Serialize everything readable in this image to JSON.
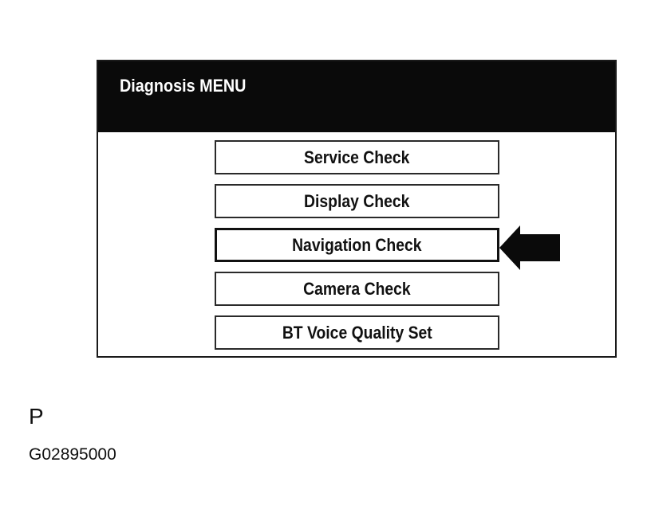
{
  "panel": {
    "title": "Diagnosis MENU",
    "buttons": [
      {
        "label": "Service Check",
        "selected": false
      },
      {
        "label": "Display Check",
        "selected": false
      },
      {
        "label": "Navigation Check",
        "selected": true
      },
      {
        "label": "Camera Check",
        "selected": false
      },
      {
        "label": "BT Voice Quality Set",
        "selected": false
      }
    ]
  },
  "pointer": {
    "icon": "left-arrow-icon",
    "target": "Navigation Check"
  },
  "page_letter": "P",
  "figure_code": "G02895000"
}
